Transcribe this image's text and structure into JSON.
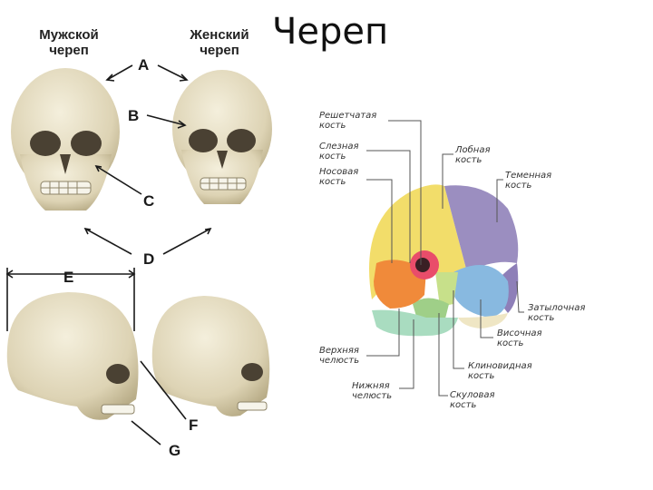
{
  "slide": {
    "title": "Череп"
  },
  "comparison": {
    "male_header_line1": "Мужской",
    "male_header_line2": "череп",
    "female_header_line1": "Женский",
    "female_header_line2": "череп",
    "letters": [
      "A",
      "B",
      "C",
      "D",
      "E",
      "F",
      "G"
    ]
  },
  "anatomy": {
    "labels": [
      {
        "line1": "Решетчатая",
        "line2": "кость"
      },
      {
        "line1": "Слезная",
        "line2": "кость"
      },
      {
        "line1": "Носовая",
        "line2": "кость"
      },
      {
        "line1": "Лобная",
        "line2": "кость"
      },
      {
        "line1": "Теменная",
        "line2": "кость"
      },
      {
        "line1": "Затылочная",
        "line2": "кость"
      },
      {
        "line1": "Височная",
        "line2": "кость"
      },
      {
        "line1": "Верхняя",
        "line2": "челюсть"
      },
      {
        "line1": "Клиновидная",
        "line2": "кость"
      },
      {
        "line1": "Нижняя",
        "line2": "челюсть"
      },
      {
        "line1": "Скуловая",
        "line2": "кость"
      }
    ],
    "bone_colors": {
      "frontal": "#f2dd6a",
      "parietal": "#9b8ec0",
      "occipital": "#8e7fb8",
      "temporal": "#88b9e0",
      "sphenoid": "#c7e08a",
      "zygomatic": "#9fcf88",
      "maxilla": "#f08a3a",
      "mandible": "#a9dcc0",
      "nasal": "#e94d6a",
      "skull_base": "#efe6c4"
    }
  }
}
